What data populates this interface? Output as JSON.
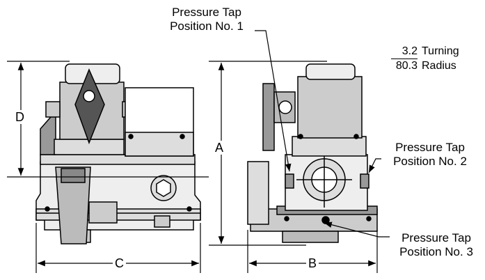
{
  "callouts": {
    "tap1": {
      "line1": "Pressure Tap",
      "line2": "Position No. 1"
    },
    "tap2": {
      "line1": "Pressure Tap",
      "line2": "Position No. 2"
    },
    "tap3": {
      "line1": "Pressure Tap",
      "line2": "Position No. 3"
    }
  },
  "dimensions": {
    "a": "A",
    "b": "B",
    "c": "C",
    "d": "D"
  },
  "turning_radius": {
    "numerator": "3.2",
    "numerator_label": "Turning",
    "denominator": "80.3",
    "denominator_label": "Radius"
  }
}
